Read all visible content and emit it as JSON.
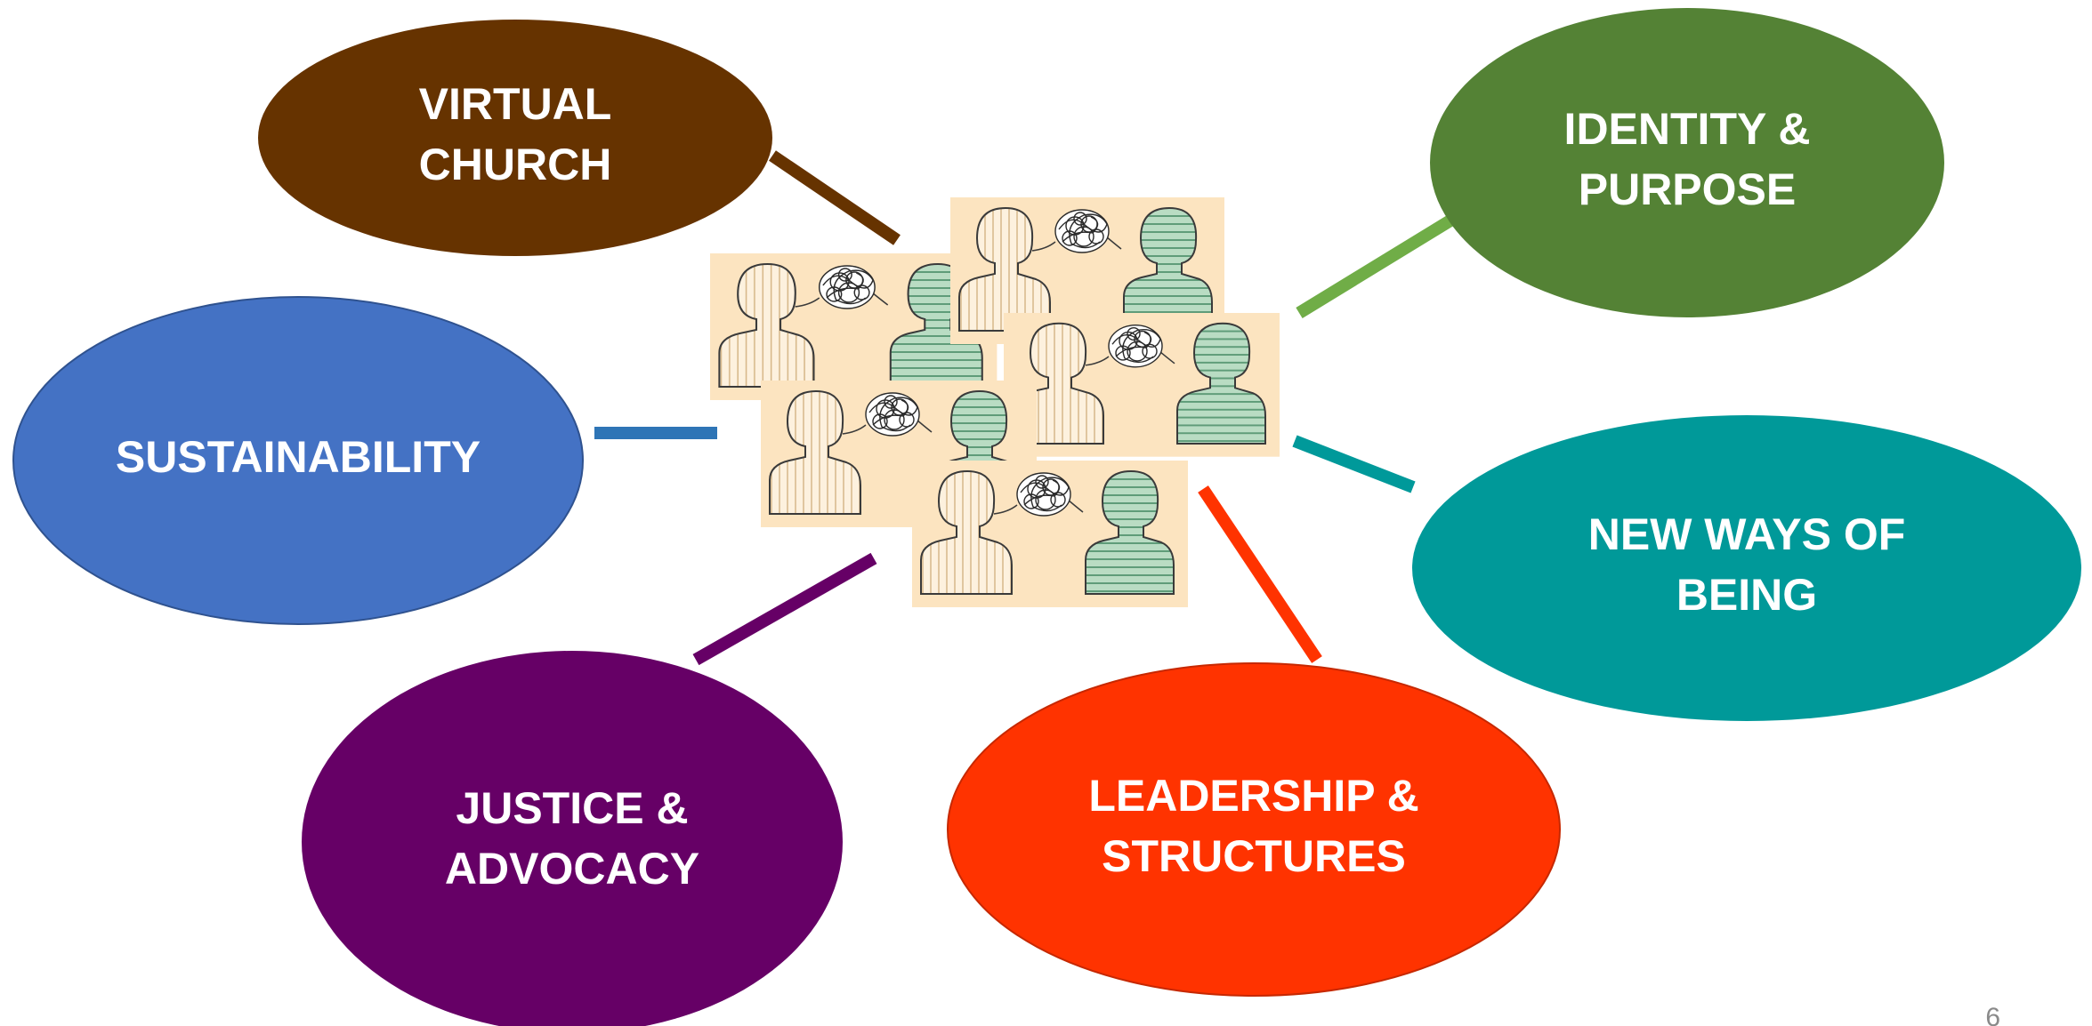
{
  "slide": {
    "page_number": "6"
  },
  "nodes": [
    {
      "id": "virtual-church",
      "lines": [
        "VIRTUAL",
        "CHURCH"
      ],
      "color": "#663300"
    },
    {
      "id": "identity-purpose",
      "lines": [
        "IDENTITY &",
        "PURPOSE"
      ],
      "color": "#548235"
    },
    {
      "id": "sustainability",
      "lines": [
        "SUSTAINABILITY"
      ],
      "color": "#4472C4"
    },
    {
      "id": "new-ways-of-being",
      "lines": [
        "NEW WAYS OF",
        "BEING"
      ],
      "color": "#009999"
    },
    {
      "id": "justice-advocacy",
      "lines": [
        "JUSTICE &",
        "ADVOCACY"
      ],
      "color": "#660066"
    },
    {
      "id": "leadership-structures",
      "lines": [
        "LEADERSHIP &",
        "STRUCTURES"
      ],
      "color": "#FF3300"
    }
  ],
  "connector_colors": {
    "virtual-church": "#663300",
    "identity-purpose": "#70AD47",
    "sustainability": "#2E75B6",
    "new-ways-of-being": "#00999A",
    "justice-advocacy": "#660066",
    "leadership-structures": "#FF3300"
  },
  "center_image": {
    "description_icon": "tangled-conversation-illustration",
    "background": "#FCE4C0"
  }
}
